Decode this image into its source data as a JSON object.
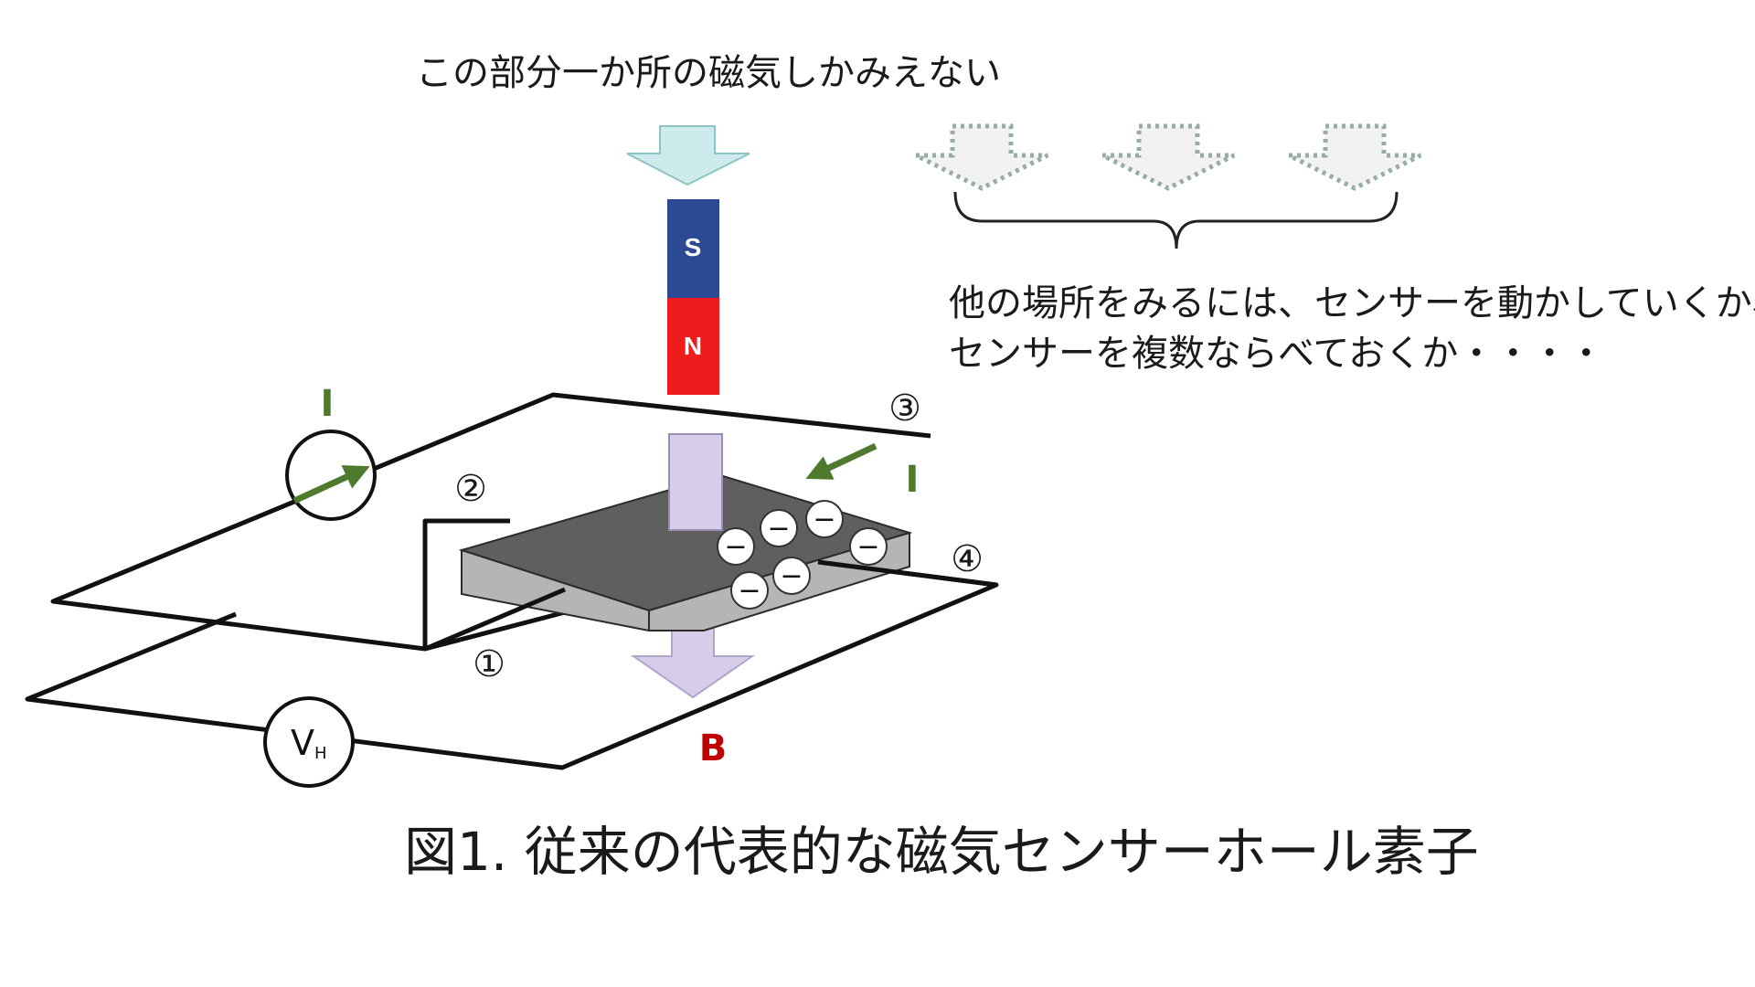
{
  "top_note": "この部分一か所の磁気しかみえない",
  "right_note": {
    "line1": "他の場所をみるには、センサーを動かしていくか、",
    "line2": "センサーを複数ならべておくか・・・・"
  },
  "magnet": {
    "s_label": "S",
    "n_label": "N",
    "s_color": "#2c4a93",
    "n_color": "#ee1c1c"
  },
  "labels": {
    "current_left": "I",
    "current_right": "I",
    "terminal_1": "①",
    "terminal_2": "②",
    "terminal_3": "③",
    "terminal_4": "④",
    "voltmeter_main": "V",
    "voltmeter_sub": "H",
    "field": "B",
    "electron": "−"
  },
  "caption": "図1. 従来の代表的な磁気センサーホール素子",
  "colors": {
    "field_arrow": "#d8cde8",
    "top_arrow": "#cdeaec",
    "green": "#4d7a2d",
    "field_label": "#c00000"
  }
}
